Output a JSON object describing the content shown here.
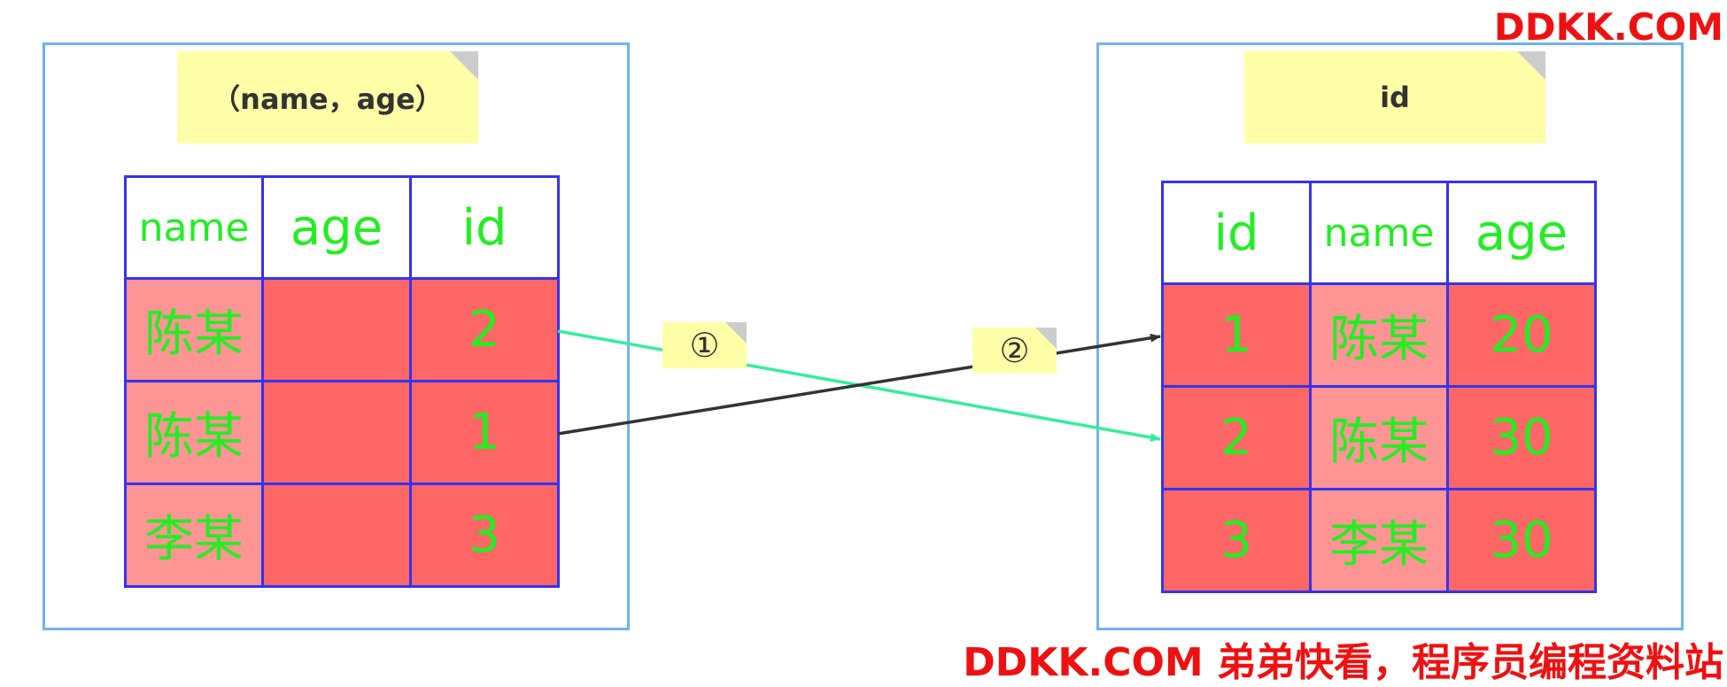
{
  "left_index": {
    "title": "（name，age）",
    "headers": [
      "name",
      "age",
      "id"
    ],
    "rows": [
      {
        "name": "陈某",
        "age": "",
        "id": "2"
      },
      {
        "name": "陈某",
        "age": "",
        "id": "1"
      },
      {
        "name": "李某",
        "age": "",
        "id": "3"
      }
    ]
  },
  "right_index": {
    "title": "id",
    "headers": [
      "id",
      "name",
      "age"
    ],
    "rows": [
      {
        "id": "1",
        "name": "陈某",
        "age": "20"
      },
      {
        "id": "2",
        "name": "陈某",
        "age": "30"
      },
      {
        "id": "3",
        "name": "李某",
        "age": "30"
      }
    ]
  },
  "arrows": {
    "label_1": "①",
    "label_2": "②",
    "color_1": "#33ee99",
    "color_2": "#333333"
  },
  "watermark": {
    "top": "DDKK.COM",
    "bottom": "DDKK.COM 弟弟快看，程序员编程资料站"
  },
  "colors": {
    "frame": "#6fb2f2",
    "table_border": "#3333ee",
    "text": "#22ee22",
    "cell_light": "#ff9494",
    "cell_dark": "#ff6666",
    "note": "#ffffa8",
    "watermark": "#ee1111"
  }
}
